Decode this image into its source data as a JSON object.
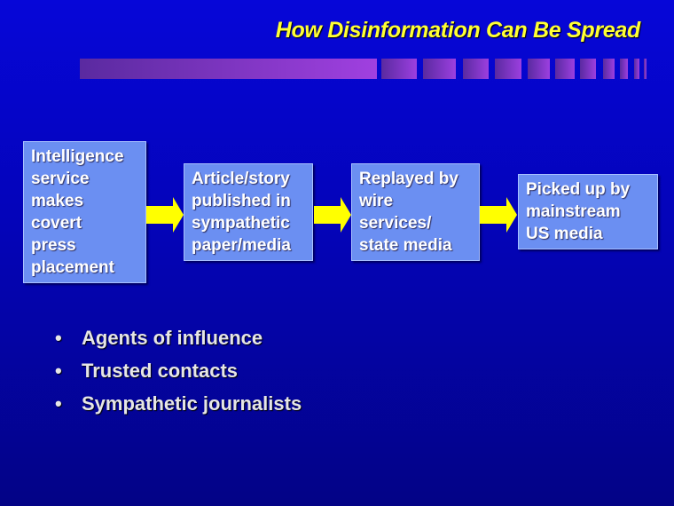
{
  "title": "How Disinformation Can Be Spread",
  "flow": [
    {
      "lines": [
        "Intelligence",
        "service",
        "makes",
        "covert",
        "press",
        "placement"
      ]
    },
    {
      "lines": [
        "Article/story",
        "published in",
        "sympathetic",
        "paper/media"
      ]
    },
    {
      "lines": [
        "Replayed by",
        "wire",
        "services/",
        "state media"
      ]
    },
    {
      "lines": [
        "Picked up by",
        "mainstream",
        "US media"
      ]
    }
  ],
  "bullets": [
    "Agents of influence",
    "Trusted contacts",
    "Sympathetic journalists"
  ],
  "colors": {
    "title": "#ffff33",
    "box": "#6b8ff2",
    "arrow": "#ffff00",
    "bar": "#9c3fe0"
  }
}
